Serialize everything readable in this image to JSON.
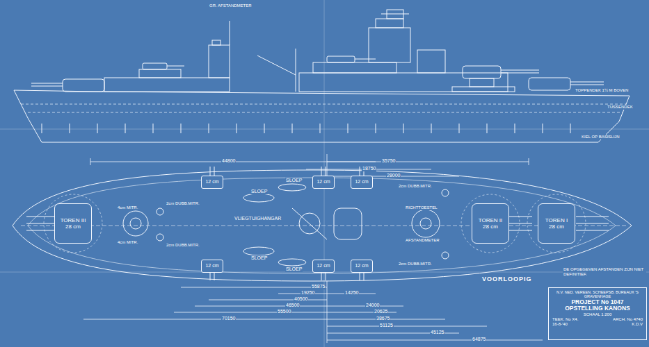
{
  "diagram": {
    "nodes": [
      {
        "text": [
          "TOREN III",
          "28 cm"
        ]
      },
      {
        "text": [
          "TOREN II",
          "28 cm"
        ]
      },
      {
        "text": [
          "TOREN I",
          "28 cm"
        ]
      },
      {
        "text": [
          "12 cm"
        ]
      },
      {
        "text": [
          "12 cm"
        ]
      },
      {
        "text": [
          "12 cm"
        ]
      },
      {
        "text": [
          "12 cm"
        ]
      },
      {
        "text": [
          "12 cm"
        ]
      },
      {
        "text": [
          "12 cm"
        ]
      },
      {
        "text": [
          "N.V. NED. VEREEN. SCHEEPSB. BUREAUX 'S GRAVENHAGE",
          "PROJECT No 1047",
          "OPSTELLING KANONS",
          "SCHAAL 1:200",
          "TEEK. No X4.",
          "ARCH. No 4740",
          "16-8-'40",
          "K.D.V"
        ]
      }
    ],
    "labels": [
      "GR. AFSTANDMETER",
      "TOPPENDEK 1½ M BOVEN",
      "TUSSENDEK",
      "KIEL OP BASISLIJN",
      "44800",
      "35750",
      "18750",
      "28000",
      "VLIEGTUIGHANGAR",
      "SLOEP",
      "SLOEP",
      "SLOEP",
      "SLOEP",
      "2cm DUBB.MITR.",
      "2cm DUBB.MITR.",
      "2cm DUBB.MITR.",
      "2cm DUBB.MITR.",
      "4cm MITR.",
      "4cm MITR.",
      "RICHTTOESTEL",
      "AFSTANDMETER",
      "VOORLOOPIG",
      "DE OPGEGEVEN AFSTANDEN ZIJN NIET DEFINITIEF.",
      "55875",
      "19250",
      "40500",
      "46500",
      "55500",
      "70150",
      "14250",
      "24000",
      "20625",
      "38675",
      "51125",
      "45125",
      "64875"
    ]
  }
}
